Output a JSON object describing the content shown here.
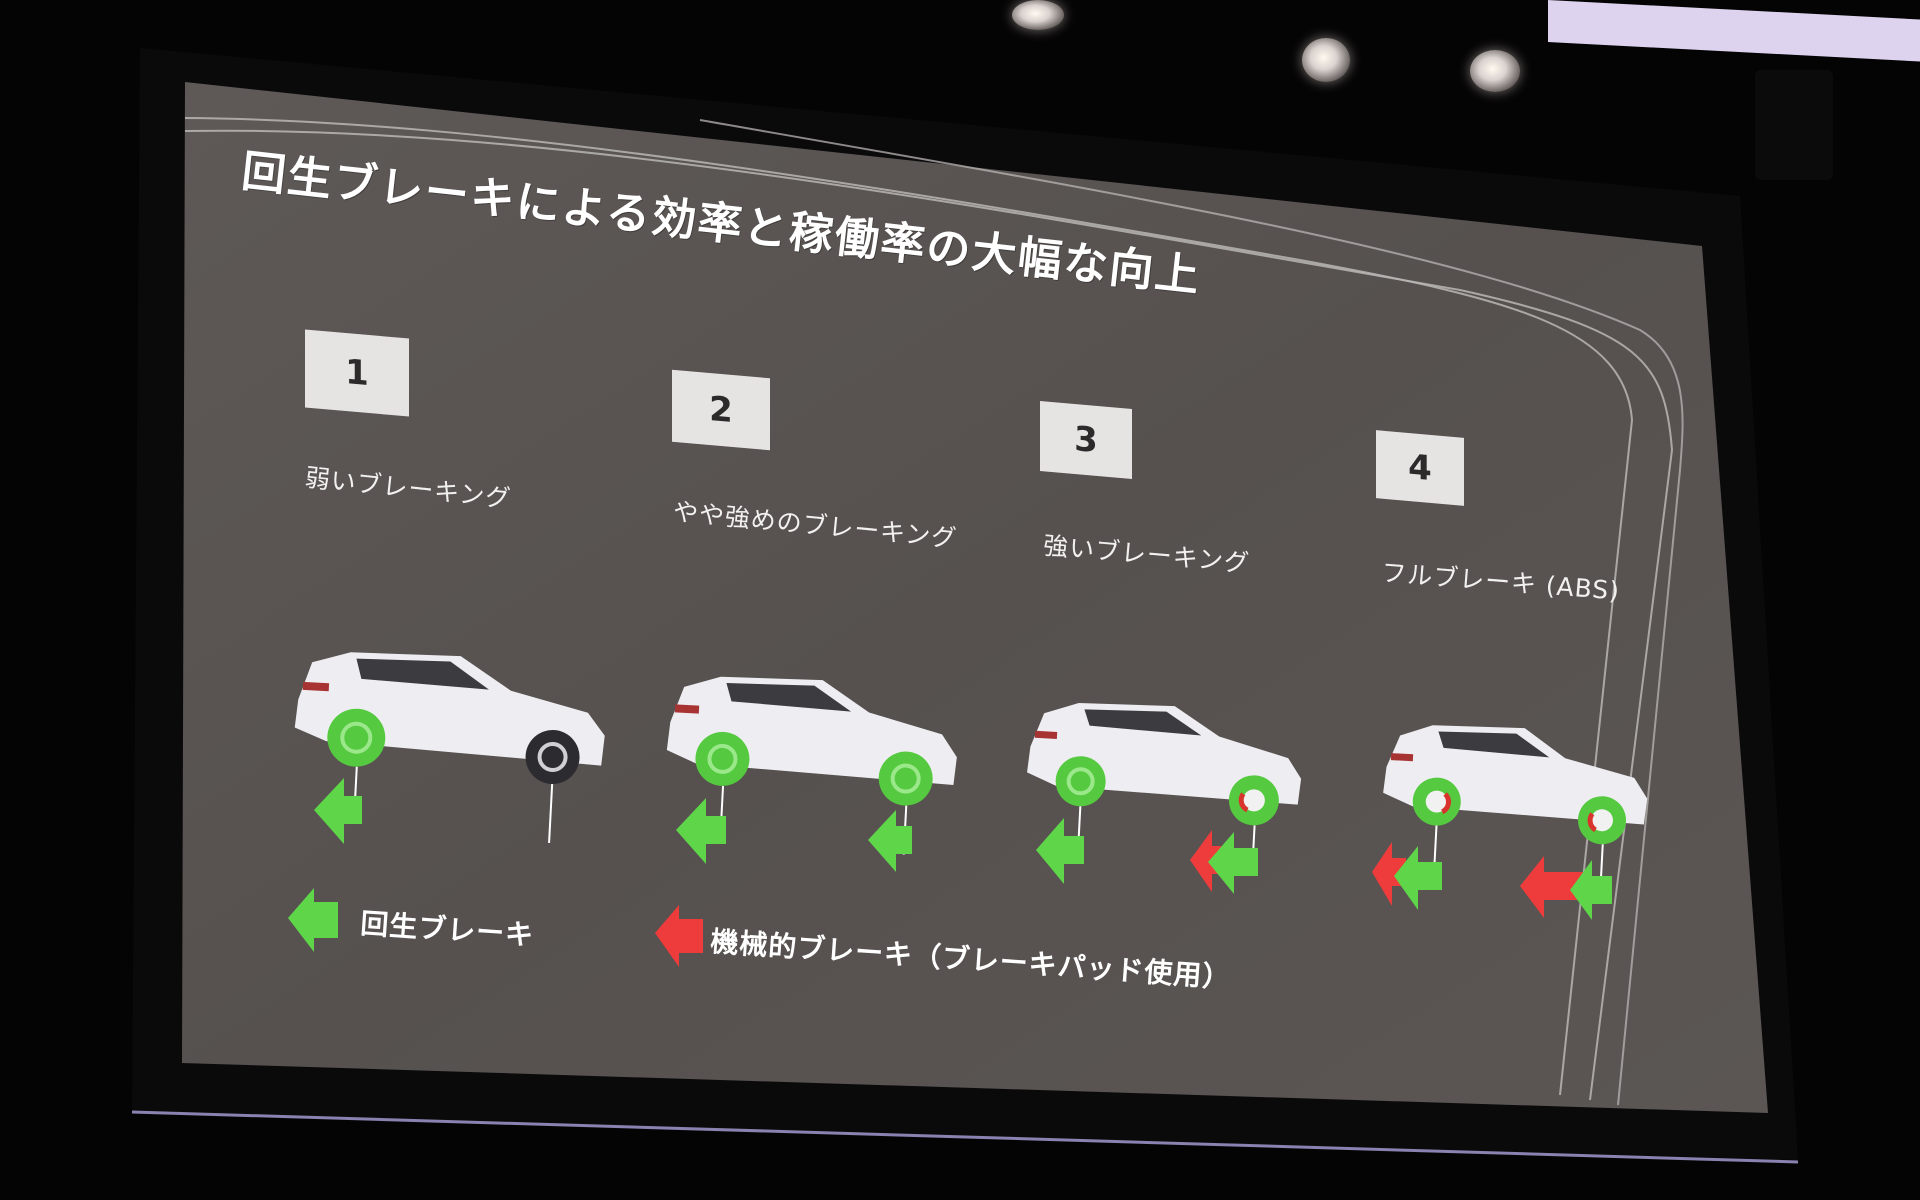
{
  "scene": {
    "description": "Photograph of a projected presentation slide on a stage screen",
    "background_color": "#050405",
    "slide_color": "#5a5553"
  },
  "slide": {
    "title": "回生ブレーキによる効率と稼働率の大幅な向上",
    "steps": [
      {
        "number": "1",
        "label": "弱いブレーキング",
        "rear_wheel": {
          "regen": true,
          "mechanical": false
        },
        "front_wheel": {
          "regen": false,
          "mechanical": false
        }
      },
      {
        "number": "2",
        "label": "やや強めのブレーキング",
        "rear_wheel": {
          "regen": true,
          "mechanical": false
        },
        "front_wheel": {
          "regen": true,
          "mechanical": false
        }
      },
      {
        "number": "3",
        "label": "強いブレーキング",
        "rear_wheel": {
          "regen": true,
          "mechanical": false
        },
        "front_wheel": {
          "regen": true,
          "mechanical": true
        }
      },
      {
        "number": "4",
        "label": "フルブレーキ (ABS)",
        "rear_wheel": {
          "regen": true,
          "mechanical": true
        },
        "front_wheel": {
          "regen": true,
          "mechanical": true
        }
      }
    ],
    "legend": [
      {
        "icon": "green-left-arrow-icon",
        "color": "#5fd64a",
        "label": "回生ブレーキ"
      },
      {
        "icon": "red-left-arrow-icon",
        "color": "#ee3b3b",
        "label": "機械的ブレーキ（ブレーキパッド使用）"
      }
    ],
    "colors": {
      "regen": "#5fd64a",
      "mechanical": "#ee3b3b",
      "wheel_highlight": "#55c93f",
      "car_body": "#eeeef2",
      "number_box": "#e6e4e3"
    }
  }
}
